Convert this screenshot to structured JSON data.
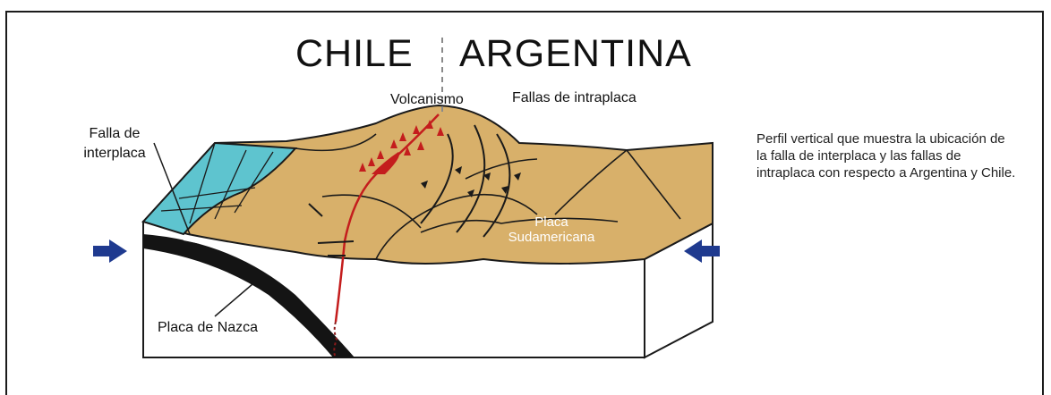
{
  "title": {
    "left": "CHILE",
    "right": "ARGENTINA"
  },
  "labels": {
    "volcanismo": "Volcanismo",
    "fallas_intraplaca": "Fallas de intraplaca",
    "falla_interplaca": "Falla de interplaca",
    "placa_nazca": "Placa de Nazca",
    "placa_sudamericana": "Placa Sudamericana"
  },
  "caption": "Perfil vertical que muestra la ubicación de la falla de interplaca y las fallas de intraplaca con respecto a Argentina y Chile.",
  "colors": {
    "ocean": "#5ec4cf",
    "land": "#d8b06a",
    "arrow": "#1f3a8f",
    "fault": "#c41d1d",
    "plate": "#141414"
  },
  "icons": [
    "left-compression-arrow-icon",
    "right-compression-arrow-icon",
    "volcano-marker-icon"
  ]
}
